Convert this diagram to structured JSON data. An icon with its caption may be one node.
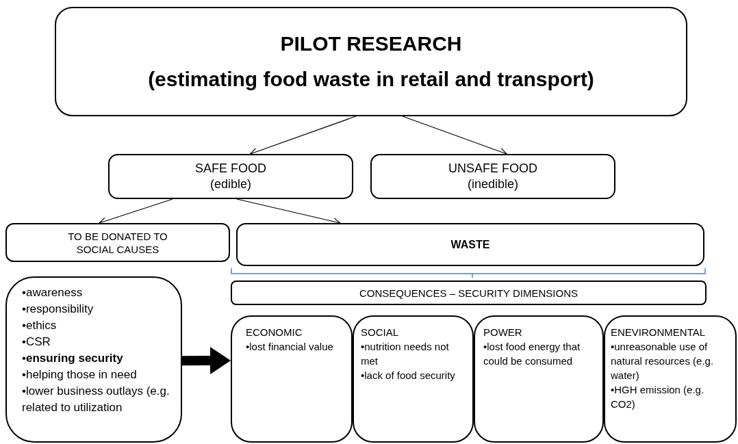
{
  "diagram": {
    "nodes": [
      {
        "text": [
          "PILOT RESEARCH",
          "(estimating food waste in retail and transport)"
        ]
      },
      {
        "text": [
          "SAFE FOOD",
          "(edible)"
        ]
      },
      {
        "text": [
          "UNSAFE FOOD",
          "(inedible)"
        ]
      },
      {
        "text": [
          "TO BE DONATED TO SOCIAL CAUSES"
        ]
      },
      {
        "text": [
          "WASTE"
        ]
      },
      {
        "text": [
          "•awareness",
          "•responsibility",
          "•ethics",
          "•CSR",
          "•**ensuring security**",
          "•helping those in need",
          "•lower business outlays (e.g. related to utilization"
        ]
      },
      {
        "text": [
          "CONSEQUENCES – SECURITY DIMENSIONS"
        ]
      },
      {
        "text": [
          "ECONOMIC",
          "•lost financial value"
        ]
      },
      {
        "text": [
          "SOCIAL",
          "•nutrition needs not met",
          "•lack of food security"
        ]
      },
      {
        "text": [
          "POWER",
          "•lost food energy that could be consumed"
        ]
      },
      {
        "text": [
          "ENEVIRONMENTAL",
          "•unreasonable use of natural resources (e.g. water)",
          "•HGH emission (e.g. CO2)"
        ]
      }
    ],
    "edges": [
      {
        "from": 0,
        "to": 1,
        "arrow": "to"
      },
      {
        "from": 0,
        "to": 2,
        "arrow": "to"
      },
      {
        "from": 1,
        "to": 3,
        "arrow": "to"
      },
      {
        "from": 1,
        "to": 4,
        "arrow": "to"
      },
      {
        "from": 5,
        "to": 7,
        "arrow": "to",
        "style": "thick"
      }
    ]
  }
}
